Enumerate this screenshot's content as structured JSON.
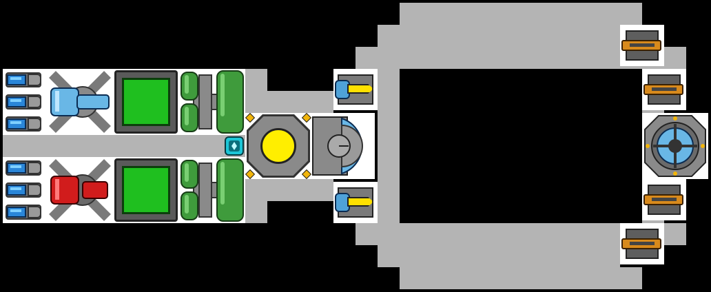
{
  "scene": {
    "type": "starship-layout",
    "colors": {
      "hull": "#b4b4b4",
      "background": "#000000",
      "room_screen": "#1fbf1f",
      "reactor_light": "#ffee00",
      "teleporter": "#1cc6d6",
      "engine_blue": "#69b7e6",
      "engine_red": "#d11c1c",
      "weapon_yellow": "#ffe100",
      "weapon_orange": "#d88a1c",
      "tank_green": "#3f9b3c"
    },
    "systems": [
      {
        "name": "thruster-bank-top",
        "icon": "thruster-icon"
      },
      {
        "name": "thruster-bank-bottom",
        "icon": "thruster-icon"
      },
      {
        "name": "engine-blue",
        "icon": "engine-icon"
      },
      {
        "name": "engine-red",
        "icon": "engine-icon"
      },
      {
        "name": "monitor-top",
        "icon": "screen-icon"
      },
      {
        "name": "monitor-bottom",
        "icon": "screen-icon"
      },
      {
        "name": "oxygen-tank-top",
        "icon": "tank-icon"
      },
      {
        "name": "oxygen-tank-bottom",
        "icon": "tank-icon"
      },
      {
        "name": "teleporter-pad",
        "icon": "teleporter-icon"
      },
      {
        "name": "reactor-core",
        "icon": "reactor-icon"
      },
      {
        "name": "cockpit-hatch",
        "icon": "cockpit-icon"
      },
      {
        "name": "weapon-yellow-top",
        "icon": "laser-icon"
      },
      {
        "name": "weapon-yellow-bottom",
        "icon": "laser-icon"
      },
      {
        "name": "weapon-orange-1",
        "icon": "cannon-icon"
      },
      {
        "name": "weapon-orange-2",
        "icon": "cannon-icon"
      },
      {
        "name": "weapon-orange-3",
        "icon": "cannon-icon"
      },
      {
        "name": "weapon-orange-4",
        "icon": "cannon-icon"
      },
      {
        "name": "shield-generator",
        "icon": "shield-icon"
      }
    ]
  }
}
